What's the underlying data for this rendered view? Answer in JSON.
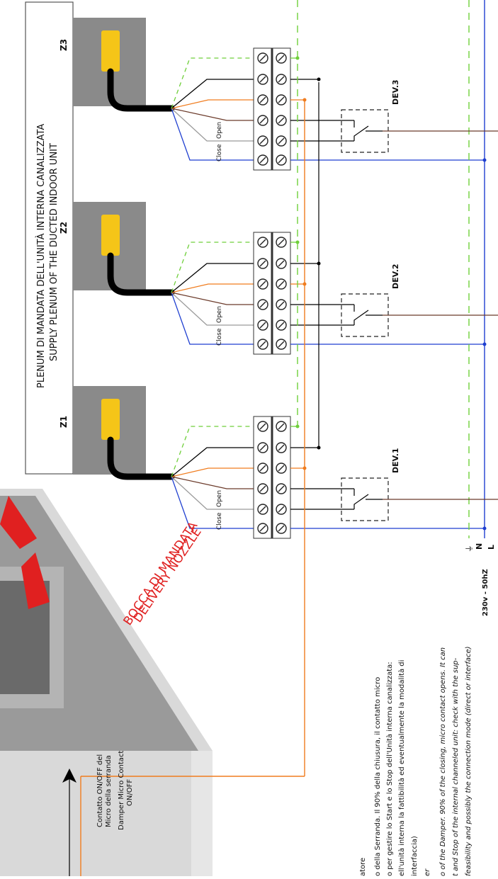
{
  "plenum": {
    "title_it": "PLENUM DI MANDATA DELL'UNITÀ INTERNA CANALIZZATA",
    "title_en": "SUPPLY PLENUM OF THE DUCTED INDOOR UNIT"
  },
  "zones": [
    {
      "label": "Z1",
      "device": "DEV.1"
    },
    {
      "label": "Z2",
      "device": "DEV.2"
    },
    {
      "label": "Z3",
      "device": "DEV.3"
    }
  ],
  "wire_labels": {
    "open": "Open",
    "close": "Close"
  },
  "nozzle": {
    "it": "BOCCA DI MANDATA",
    "en": "DELIVERY NOZZLE"
  },
  "contact": {
    "it_line1": "Contatto ON/OFF del",
    "it_line2": "Micro della serranda",
    "en_line1": "Damper Micro Contact",
    "en_line2": "ON/OFF"
  },
  "power": {
    "voltage": "230v - 50hZ",
    "earth": "⏚",
    "neutral": "N",
    "line": "L"
  },
  "notes": {
    "it": [
      "atore",
      "o della Serranda. Il 90% della chiusura, il contatto micro",
      "o per gestire lo Start e lo Stop dell'Unità interna canalizzata:",
      "ell'unità interna la fattibilità ed eventualmente la modalità di",
      "interfaccia)"
    ],
    "en": [
      "er",
      "o of the Damper. 90% of the closing, micro contact opens. It can",
      "t and Stop of the internal channeled unit: check with the sup-",
      "feasibility and possibly the connection mode (direct or interface)"
    ]
  },
  "colors": {
    "neutral_blue": "#1f3fd0",
    "earth_green": "#6fcf3a",
    "orange": "#f07c1e",
    "brown": "#6b3a2a",
    "grey_panel": "#8a8a8a",
    "yellow": "#f5c518",
    "red_arrow": "#e02020"
  }
}
